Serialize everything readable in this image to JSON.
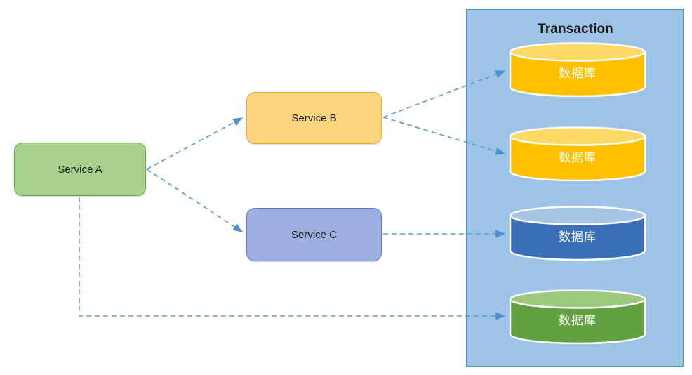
{
  "diagram": {
    "title_visible": false,
    "panel": {
      "title": "Transaction",
      "fill": "#9DC3E6",
      "border": "#4A90D9"
    },
    "services": [
      {
        "id": "service-a",
        "label": "Service A",
        "fill": "#A9D18E",
        "border": "#6FA849"
      },
      {
        "id": "service-b",
        "label": "Service B",
        "fill": "#FFD47F",
        "border": "#F0A93B"
      },
      {
        "id": "service-c",
        "label": "Service C",
        "fill": "#9DAEE0",
        "border": "#6079C4"
      }
    ],
    "databases": [
      {
        "id": "database-1",
        "label": "数据库",
        "body": "#FFC000",
        "top": "#FFD966",
        "stroke": "#FFFFFF"
      },
      {
        "id": "database-2",
        "label": "数据库",
        "body": "#FFC000",
        "top": "#FFD966",
        "stroke": "#FFFFFF"
      },
      {
        "id": "database-3",
        "label": "数据库",
        "body": "#3A6FB8",
        "top": "#A6C4E4",
        "stroke": "#FFFFFF"
      },
      {
        "id": "database-4",
        "label": "数据库",
        "body": "#61A councils",
        "top": "#9CC97E",
        "stroke": "#FFFFFF"
      }
    ],
    "connectors": [
      {
        "id": "a-to-b",
        "from": "service-a",
        "to": "service-b",
        "style": "dashed",
        "color": "#5B9BD5",
        "arrow": true
      },
      {
        "id": "a-to-c",
        "from": "service-a",
        "to": "service-c",
        "style": "dashed",
        "color": "#5B9BD5",
        "arrow": true
      },
      {
        "id": "a-to-database-4",
        "from": "service-a",
        "to": "database-4",
        "style": "dashed",
        "color": "#5B9BD5",
        "arrow": true
      },
      {
        "id": "b-to-database-1",
        "from": "service-b",
        "to": "database-1",
        "style": "dashed",
        "color": "#5B9BD5",
        "arrow": true
      },
      {
        "id": "b-to-database-2",
        "from": "service-b",
        "to": "database-2",
        "style": "dashed",
        "color": "#5B9BD5",
        "arrow": true
      },
      {
        "id": "c-to-database-3",
        "from": "service-c",
        "to": "database-3",
        "style": "dashed",
        "color": "#5B9BD5",
        "arrow": true
      }
    ]
  }
}
